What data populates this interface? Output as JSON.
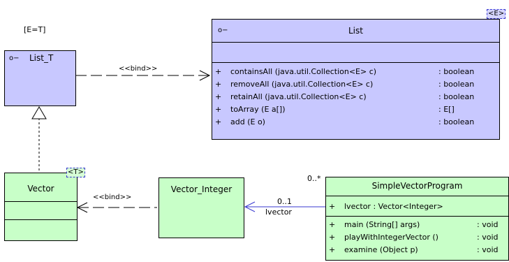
{
  "binding_note": "[E=T]",
  "list_t": {
    "name": "List_T"
  },
  "list": {
    "name": "List",
    "param": "<E>",
    "operations": [
      {
        "vis": "+",
        "sig": "containsAll (java.util.Collection<E> c)",
        "ret": ": boolean"
      },
      {
        "vis": "+",
        "sig": "removeAll (java.util.Collection<E> c)",
        "ret": ": boolean"
      },
      {
        "vis": "+",
        "sig": "retainAll (java.util.Collection<E> c)",
        "ret": ": boolean"
      },
      {
        "vis": "+",
        "sig": "toArray (E a[])",
        "ret": ": E[]"
      },
      {
        "vis": "+",
        "sig": "add (E o)",
        "ret": ": boolean"
      }
    ]
  },
  "bind_label_top": "<<bind>>",
  "bind_label_bottom": "<<bind>>",
  "vector": {
    "name": "Vector",
    "param": "<T>"
  },
  "vector_integer": {
    "name": "Vector_Integer"
  },
  "simple_vector_program": {
    "name": "SimpleVectorProgram",
    "attributes": [
      {
        "vis": "+",
        "sig": "lvector   : Vector<Integer>"
      }
    ],
    "operations": [
      {
        "vis": "+",
        "sig": "main (String[] args)",
        "ret": ": void"
      },
      {
        "vis": "+",
        "sig": "playWithIntegerVector ()",
        "ret": ": void"
      },
      {
        "vis": "+",
        "sig": "examine (Object p)",
        "ret": ": void"
      }
    ]
  },
  "association": {
    "source_multiplicity": "0..*",
    "target_multiplicity": "0..1",
    "role": "lvector"
  }
}
